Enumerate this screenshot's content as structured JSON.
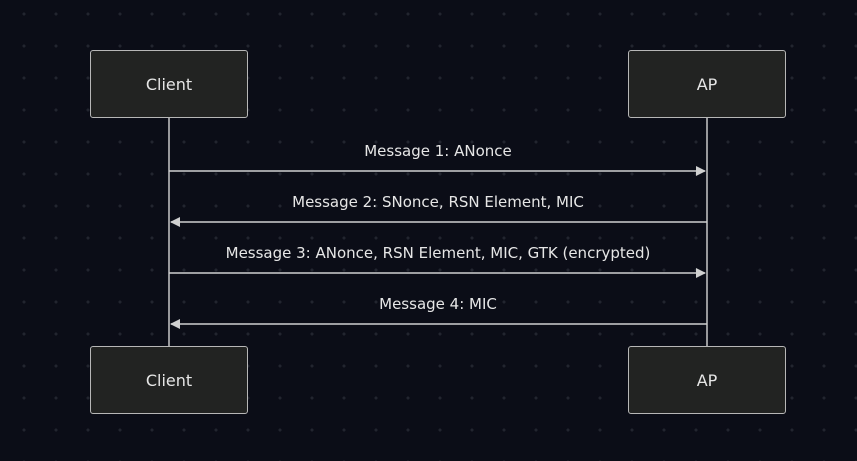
{
  "actors": [
    {
      "id": "client",
      "label": "Client"
    },
    {
      "id": "ap",
      "label": "AP"
    }
  ],
  "messages": [
    {
      "from": "client",
      "to": "ap",
      "label": "Message 1: ANonce"
    },
    {
      "from": "ap",
      "to": "client",
      "label": "Message 2: SNonce, RSN Element, MIC"
    },
    {
      "from": "client",
      "to": "ap",
      "label": "Message 3: ANonce, RSN Element, MIC, GTK (encrypted)"
    },
    {
      "from": "ap",
      "to": "client",
      "label": "Message 4: MIC"
    }
  ],
  "colors": {
    "background": "#0b0d17",
    "box_fill": "#222322",
    "line": "#d0d0d0",
    "text": "#e6e6e6"
  }
}
